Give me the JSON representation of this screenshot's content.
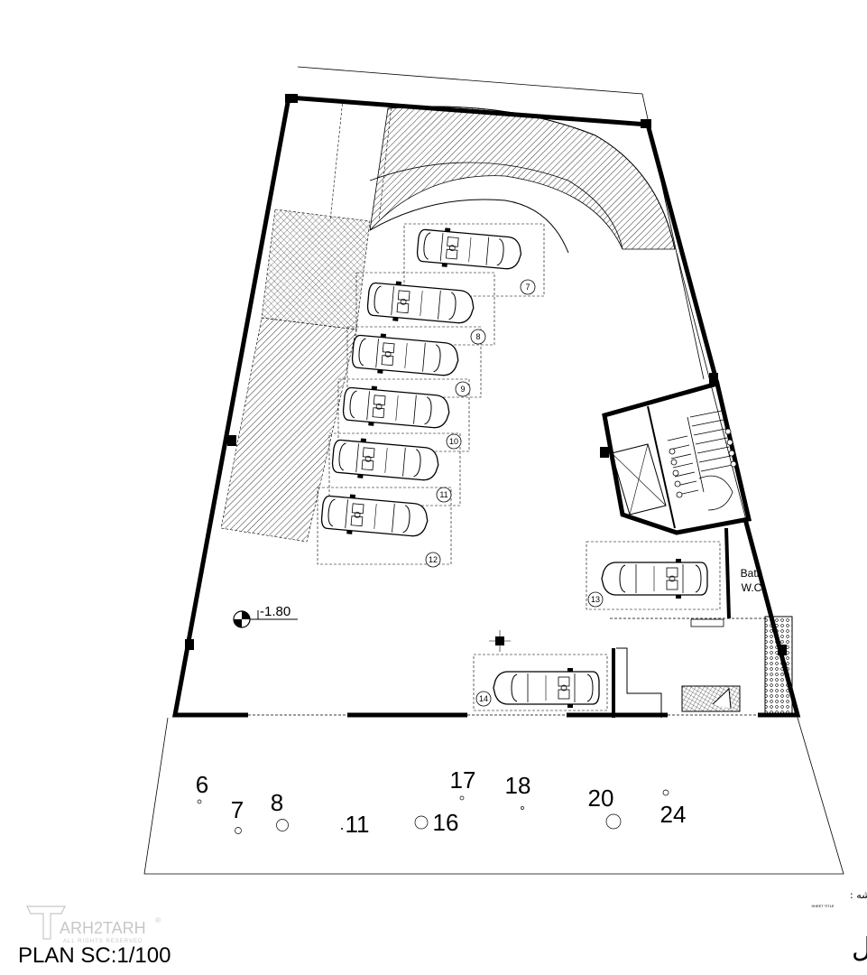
{
  "plan": {
    "elevation_label": "-1.80",
    "bath_label": "Bath",
    "wc_label": "W.C",
    "parking_spots": [
      "7",
      "8",
      "9",
      "10",
      "11",
      "12",
      "13",
      "14"
    ],
    "street_numbers": [
      "6",
      "7",
      "8",
      "11",
      "16",
      "17",
      "18",
      "20",
      "24"
    ]
  },
  "title_block": {
    "sheet_title_fa": "عنوان نقشه :",
    "sheet_title_en": "SHEET TITLE",
    "drawing_name_fa": "پارکینگ اول",
    "plan_scale": "PLAN SC:1/100"
  },
  "logo": {
    "brand": "ARH2TARH",
    "tagline": "ALL RIGHTS RESERVED",
    "registered": "®"
  }
}
